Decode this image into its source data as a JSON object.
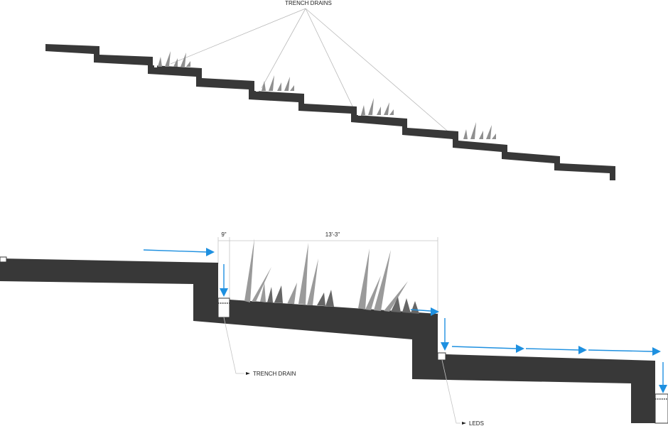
{
  "top_section": {
    "callout_label": "TRENCH DRAINS",
    "trench_drain_count": 4
  },
  "bottom_section": {
    "dimension_drain_width": "9\"",
    "dimension_planter_length": "13'-3\"",
    "callout_trench_drain": "TRENCH DRAIN",
    "callout_leds": "LEDS"
  },
  "colors": {
    "slab": "#383838",
    "grass_light": "#9a9a9a",
    "grass_dark": "#666666",
    "leader_line": "#b8b8b8",
    "flow_arrow": "#1e90e0",
    "text": "#222222"
  }
}
